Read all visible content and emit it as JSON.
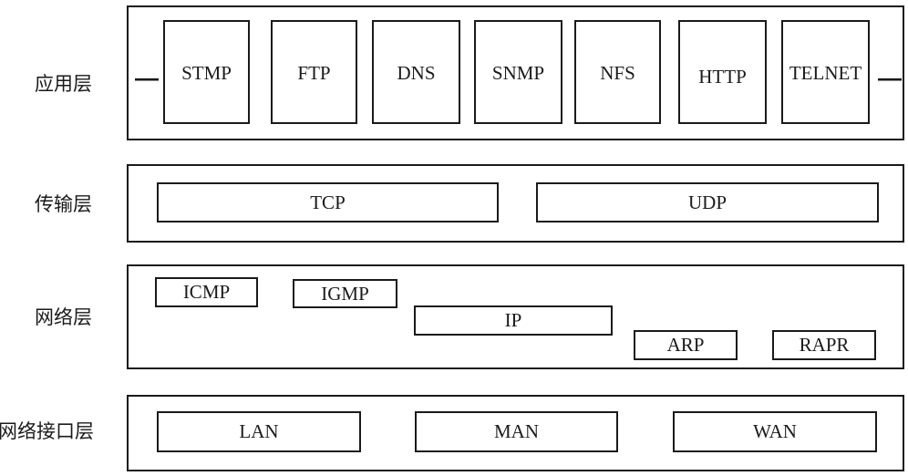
{
  "layers": {
    "application": {
      "label": "应用层",
      "protocols": [
        "STMP",
        "FTP",
        "DNS",
        "SNMP",
        "NFS",
        "HTTP",
        "TELNET"
      ],
      "left_dash": "—",
      "right_dash": "—"
    },
    "transport": {
      "label": "传输层",
      "protocols": [
        "TCP",
        "UDP"
      ]
    },
    "network": {
      "label": "网络层",
      "protocols": [
        "ICMP",
        "IGMP",
        "IP",
        "ARP",
        "RAPR"
      ]
    },
    "interface": {
      "label": "网络接口层",
      "protocols": [
        "LAN",
        "MAN",
        "WAN"
      ]
    }
  }
}
